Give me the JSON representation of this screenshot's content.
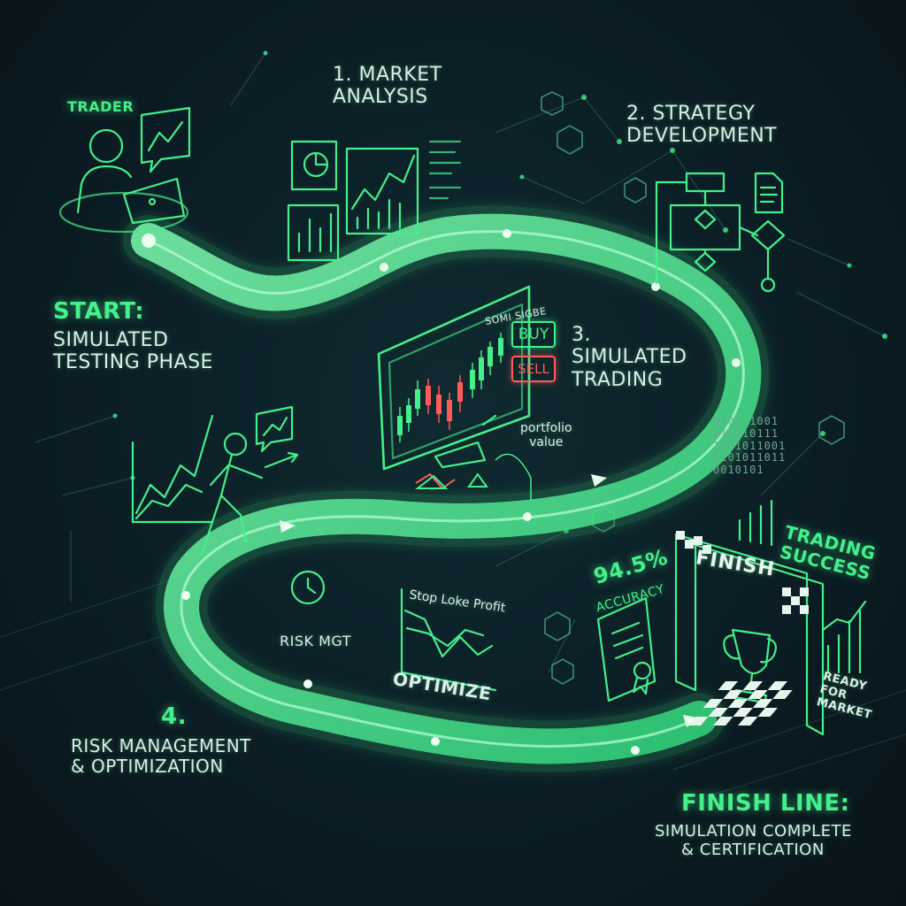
{
  "labels": {
    "trader": "TRADER",
    "step1_line1": "1. MARKET",
    "step1_line2": "ANALYSIS",
    "step2_line1": "2. STRATEGY",
    "step2_line2": "DEVELOPMENT",
    "start_title": "START:",
    "start_line1": "SIMULATED",
    "start_line2": "TESTING PHASE",
    "step3_num": "3.",
    "step3_line1": "SIMULATED",
    "step3_line2": "TRADING",
    "screen_caption": "SOMI SIGBE",
    "buy": "BUY",
    "sell": "SELL",
    "portfolio_line1": "portfolio",
    "portfolio_line2": "value",
    "risk_mgt": "RISK MGT",
    "stop_loss": "Stop Loke Profit",
    "optimize": "OPTIMIZE",
    "step4_num": "4.",
    "step4_line1": "RISK MANAGEMENT",
    "step4_line2": "& OPTIMIZATION",
    "accuracy_value": "94.5%",
    "accuracy_label": "ACCURACY",
    "finish": "FINISH",
    "success_line1": "TRADING",
    "success_line2": "SUCCESS",
    "ready_line1": "READY",
    "ready_line2": "FOR",
    "ready_line3": "MARKET",
    "finish_title": "FINISH LINE:",
    "finish_line1": "SIMULATION COMPLETE",
    "finish_line2": "& CERTIFICATION"
  },
  "binary": [
    "0101 1001",
    "010110111",
    "1101011001",
    "1101011011",
    "0010101"
  ],
  "colors": {
    "accent": "#43f08a",
    "path": "#5cf59c",
    "text": "#d9efe6",
    "danger": "#ff5a5a"
  },
  "icons": [
    "user-laptop-icon",
    "chart-speech-icon",
    "pie-chart-icon",
    "bar-chart-icon",
    "flowchart-icon",
    "document-icon",
    "monitor-candlestick-icon",
    "walking-person-icon",
    "clock-icon",
    "certificate-icon",
    "trophy-icon",
    "checkered-flag-icon",
    "hexagon-icon"
  ]
}
